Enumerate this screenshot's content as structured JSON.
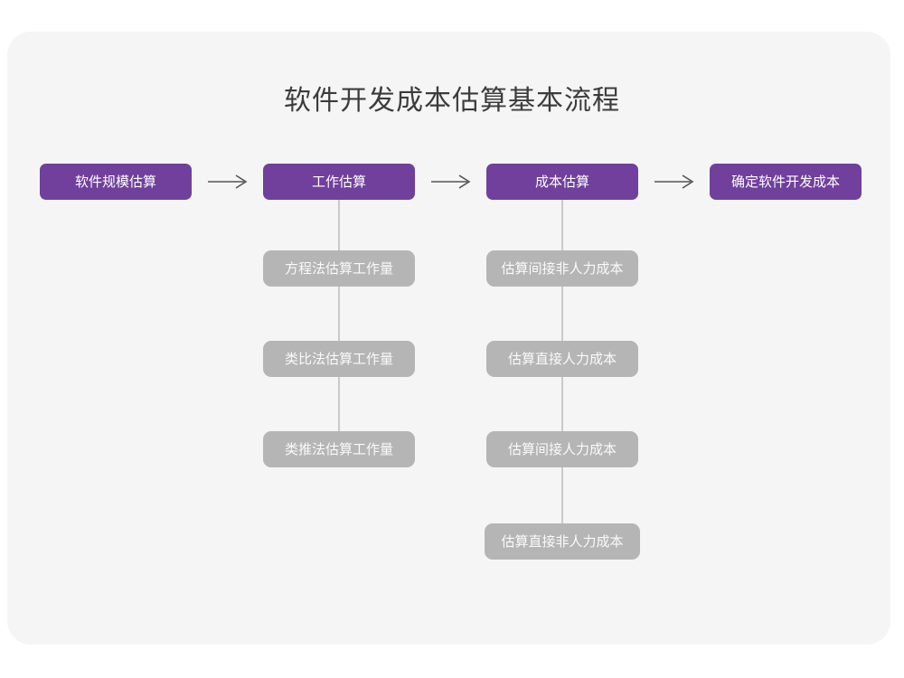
{
  "title": "软件开发成本估算基本流程",
  "colors": {
    "page_background": "#ffffff",
    "card_background": "#f5f5f5",
    "primary_node": "#70409c",
    "secondary_node": "#b5b5b5",
    "connector_line": "#c9c9c9",
    "title_text": "#3c3c3c",
    "arrow": "#555555"
  },
  "flow": {
    "main_steps": [
      {
        "label": "软件规模估算"
      },
      {
        "label": "工作估算"
      },
      {
        "label": "成本估算"
      },
      {
        "label": "确定软件开发成本"
      }
    ],
    "arrows": [
      {
        "name": "arrow-1",
        "glyph": "arrow-right-icon"
      },
      {
        "name": "arrow-2",
        "glyph": "arrow-right-icon"
      },
      {
        "name": "arrow-3",
        "glyph": "arrow-right-icon"
      }
    ],
    "work_estimation_children": [
      {
        "label": "方程法估算工作量"
      },
      {
        "label": "类比法估算工作量"
      },
      {
        "label": "类推法估算工作量"
      }
    ],
    "cost_estimation_children": [
      {
        "label": "估算间接非人力成本"
      },
      {
        "label": "估算直接人力成本"
      },
      {
        "label": "估算间接人力成本"
      },
      {
        "label": "估算直接非人力成本"
      }
    ]
  }
}
